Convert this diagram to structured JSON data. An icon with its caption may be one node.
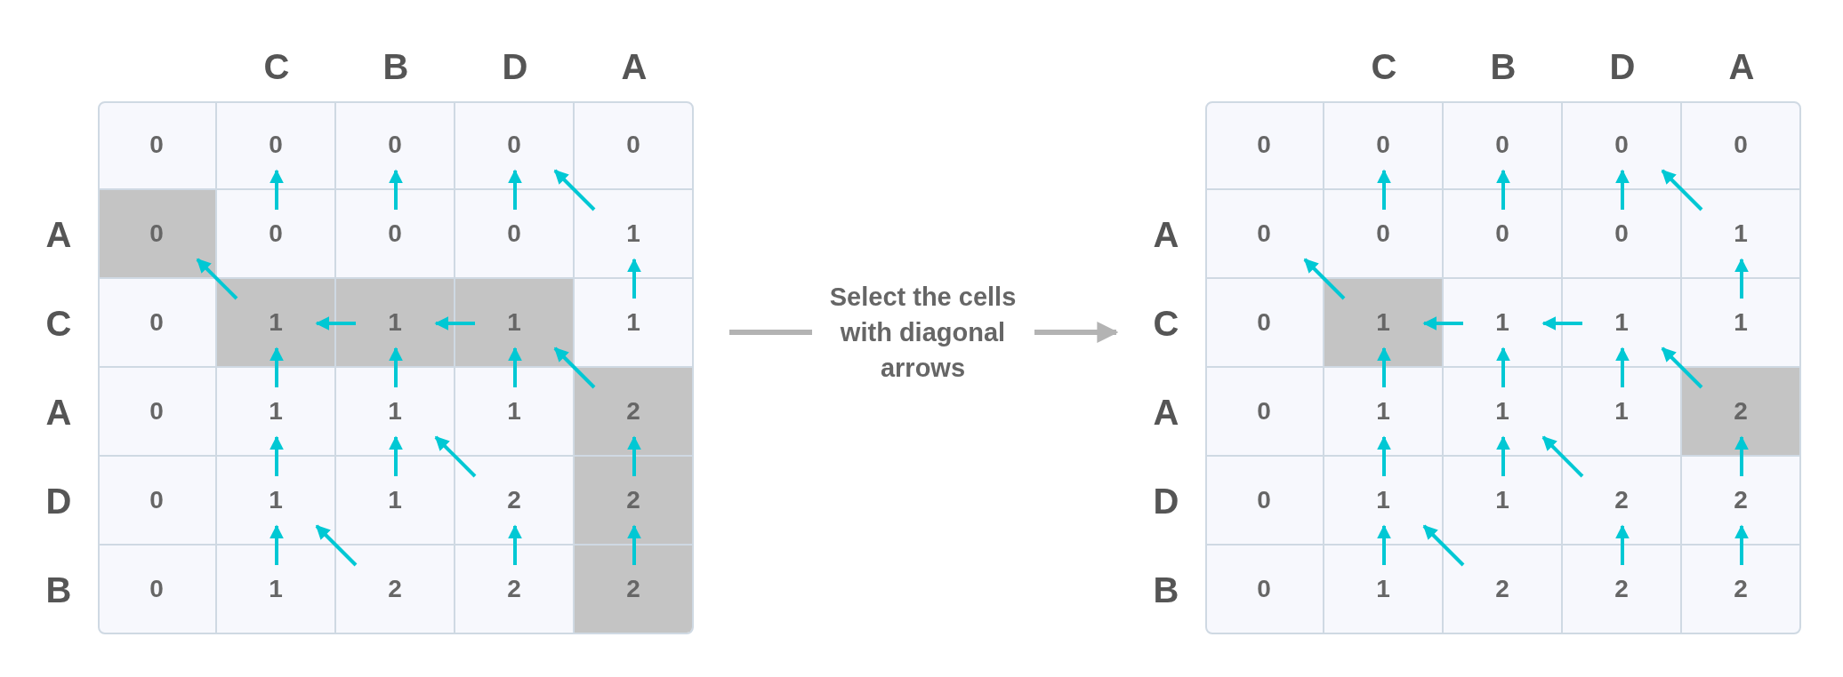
{
  "diagram": {
    "nodes": [
      {
        "text": [],
        "shape": "box"
      },
      {
        "text": [
          "0"
        ],
        "in": 0
      },
      {
        "text": [
          "0"
        ],
        "in": 0
      },
      {
        "text": [
          "0"
        ],
        "in": 0
      },
      {
        "text": [
          "0"
        ],
        "in": 0
      },
      {
        "text": [
          "0"
        ],
        "in": 0
      },
      {
        "text": [
          "0"
        ],
        "in": 0
      },
      {
        "text": [
          "0"
        ],
        "in": 0
      },
      {
        "text": [
          "0"
        ],
        "in": 0
      },
      {
        "text": [
          "0"
        ],
        "in": 0
      },
      {
        "text": [
          "1"
        ],
        "in": 0
      },
      {
        "text": [
          "0"
        ],
        "in": 0
      },
      {
        "text": [
          "1"
        ],
        "in": 0
      },
      {
        "text": [
          "1"
        ],
        "in": 0
      },
      {
        "text": [
          "1"
        ],
        "in": 0
      },
      {
        "text": [
          "1"
        ],
        "in": 0
      },
      {
        "text": [
          "0"
        ],
        "in": 0
      },
      {
        "text": [
          "1"
        ],
        "in": 0
      },
      {
        "text": [
          "1"
        ],
        "in": 0
      },
      {
        "text": [
          "1"
        ],
        "in": 0
      },
      {
        "text": [
          "2"
        ],
        "in": 0
      },
      {
        "text": [
          "0"
        ],
        "in": 0
      },
      {
        "text": [
          "1"
        ],
        "in": 0
      },
      {
        "text": [
          "1"
        ],
        "in": 0
      },
      {
        "text": [
          "2"
        ],
        "in": 0
      },
      {
        "text": [
          "2"
        ],
        "in": 0
      },
      {
        "text": [
          "0"
        ],
        "in": 0
      },
      {
        "text": [
          "1"
        ],
        "in": 0
      },
      {
        "text": [
          "2"
        ],
        "in": 0
      },
      {
        "text": [
          "2"
        ],
        "in": 0
      },
      {
        "text": [
          "2"
        ],
        "in": 0
      },
      {
        "text": [],
        "shape": "box"
      },
      {
        "text": [
          "0"
        ],
        "in": 31
      },
      {
        "text": [
          "0"
        ],
        "in": 31
      },
      {
        "text": [
          "0"
        ],
        "in": 31
      },
      {
        "text": [
          "0"
        ],
        "in": 31
      },
      {
        "text": [
          "0"
        ],
        "in": 31
      },
      {
        "text": [
          "0"
        ],
        "in": 31
      },
      {
        "text": [
          "0"
        ],
        "in": 31
      },
      {
        "text": [
          "0"
        ],
        "in": 31
      },
      {
        "text": [
          "0"
        ],
        "in": 31
      },
      {
        "text": [
          "1"
        ],
        "in": 31
      },
      {
        "text": [
          "0"
        ],
        "in": 31
      },
      {
        "text": [
          "1"
        ],
        "in": 31
      },
      {
        "text": [
          "1"
        ],
        "in": 31
      },
      {
        "text": [
          "1"
        ],
        "in": 31
      },
      {
        "text": [
          "1"
        ],
        "in": 31
      },
      {
        "text": [
          "0"
        ],
        "in": 31
      },
      {
        "text": [
          "1"
        ],
        "in": 31
      },
      {
        "text": [
          "1"
        ],
        "in": 31
      },
      {
        "text": [
          "1"
        ],
        "in": 31
      },
      {
        "text": [
          "2"
        ],
        "in": 31
      },
      {
        "text": [
          "0"
        ],
        "in": 31
      },
      {
        "text": [
          "1"
        ],
        "in": 31
      },
      {
        "text": [
          "1"
        ],
        "in": 31
      },
      {
        "text": [
          "2"
        ],
        "in": 31
      },
      {
        "text": [
          "2"
        ],
        "in": 31
      },
      {
        "text": [
          "0"
        ],
        "in": 31
      },
      {
        "text": [
          "1"
        ],
        "in": 31
      },
      {
        "text": [
          "2"
        ],
        "in": 31
      },
      {
        "text": [
          "2"
        ],
        "in": 31
      },
      {
        "text": [
          "2"
        ],
        "in": 31
      }
    ],
    "edges": [
      {
        "from": 7,
        "to": 2,
        "arrow": "to"
      },
      {
        "from": 8,
        "to": 3,
        "arrow": "to"
      },
      {
        "from": 9,
        "to": 4,
        "arrow": "to"
      },
      {
        "from": 10,
        "to": 4,
        "arrow": "to"
      },
      {
        "from": 12,
        "to": 6,
        "arrow": "to"
      },
      {
        "from": 13,
        "to": 12,
        "arrow": "to"
      },
      {
        "from": 14,
        "to": 13,
        "arrow": "to"
      },
      {
        "from": 15,
        "to": 10,
        "arrow": "to"
      },
      {
        "from": 17,
        "to": 12,
        "arrow": "to"
      },
      {
        "from": 18,
        "to": 13,
        "arrow": "to"
      },
      {
        "from": 19,
        "to": 14,
        "arrow": "to"
      },
      {
        "from": 20,
        "to": 14,
        "arrow": "to"
      },
      {
        "from": 22,
        "to": 17,
        "arrow": "to"
      },
      {
        "from": 23,
        "to": 18,
        "arrow": "to"
      },
      {
        "from": 24,
        "to": 18,
        "arrow": "to"
      },
      {
        "from": 25,
        "to": 20,
        "arrow": "to"
      },
      {
        "from": 27,
        "to": 22,
        "arrow": "to"
      },
      {
        "from": 28,
        "to": 22,
        "arrow": "to"
      },
      {
        "from": 29,
        "to": 24,
        "arrow": "to"
      },
      {
        "from": 30,
        "to": 25,
        "arrow": "to"
      },
      {
        "from": 0,
        "to": 31,
        "arrow": "to",
        "label": "Select the cells with diagonal arrows",
        "color": "#b3b3b3"
      },
      {
        "from": 38,
        "to": 33,
        "arrow": "to"
      },
      {
        "from": 39,
        "to": 34,
        "arrow": "to"
      },
      {
        "from": 40,
        "to": 35,
        "arrow": "to"
      },
      {
        "from": 41,
        "to": 35,
        "arrow": "to"
      },
      {
        "from": 43,
        "to": 37,
        "arrow": "to"
      },
      {
        "from": 44,
        "to": 43,
        "arrow": "to"
      },
      {
        "from": 45,
        "to": 44,
        "arrow": "to"
      },
      {
        "from": 46,
        "to": 41,
        "arrow": "to"
      },
      {
        "from": 48,
        "to": 43,
        "arrow": "to"
      },
      {
        "from": 49,
        "to": 44,
        "arrow": "to"
      },
      {
        "from": 50,
        "to": 45,
        "arrow": "to"
      },
      {
        "from": 51,
        "to": 45,
        "arrow": "to"
      },
      {
        "from": 53,
        "to": 48,
        "arrow": "to"
      },
      {
        "from": 54,
        "to": 49,
        "arrow": "to"
      },
      {
        "from": 55,
        "to": 49,
        "arrow": "to"
      },
      {
        "from": 56,
        "to": 51,
        "arrow": "to"
      },
      {
        "from": 58,
        "to": 53,
        "arrow": "to"
      },
      {
        "from": 59,
        "to": 53,
        "arrow": "to"
      },
      {
        "from": 60,
        "to": 55,
        "arrow": "to"
      },
      {
        "from": 61,
        "to": 56,
        "arrow": "to"
      }
    ],
    "labels": [
      "C",
      "B",
      "D",
      "A",
      "C",
      "B",
      "D",
      "A",
      "A",
      "A",
      "C",
      "C",
      "A",
      "A",
      "D",
      "D",
      "B",
      "B"
    ]
  }
}
